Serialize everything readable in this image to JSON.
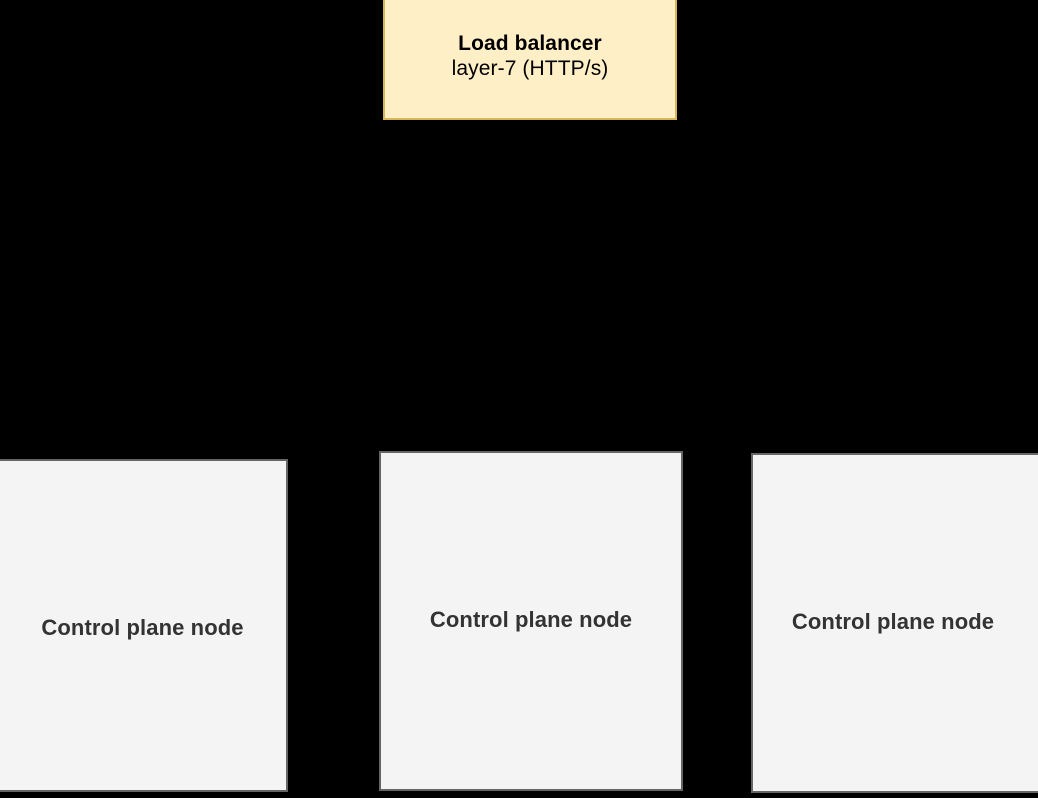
{
  "diagram": {
    "background_color": "#000000",
    "load_balancer": {
      "title": "Load balancer",
      "subtitle": "layer-7 (HTTP/s)",
      "fill_color": "#FFEFC7",
      "border_color": "#D6B656",
      "text_color": "#000000"
    },
    "control_plane_nodes": [
      {
        "label": "Control plane node",
        "fill_color": "#F4F4F4",
        "border_color": "#666666",
        "text_color": "#333333"
      },
      {
        "label": "Control plane node",
        "fill_color": "#F4F4F4",
        "border_color": "#666666",
        "text_color": "#333333"
      },
      {
        "label": "Control plane node",
        "fill_color": "#F4F4F4",
        "border_color": "#666666",
        "text_color": "#333333"
      }
    ]
  }
}
